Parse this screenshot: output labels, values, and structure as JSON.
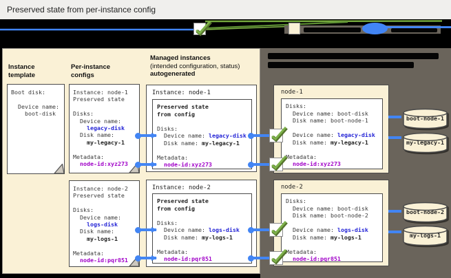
{
  "title": "Preserved state from per-instance config",
  "legend": {
    "icons": [
      "green-checkmark-icon",
      "preserved-config-swatch-icon",
      "persistent-disk-oval-icon"
    ]
  },
  "labels": {
    "boot_disk": "Boot disk:",
    "disks": "Disks:",
    "device_name": "Device name:",
    "disk_name": "Disk name:",
    "metadata": "Metadata:"
  },
  "instance_template": {
    "header": "Instance template",
    "device_value": "boot-disk"
  },
  "per_instance_configs": {
    "header": "Per-instance configs",
    "items": [
      {
        "instance": "Instance: node-1",
        "state": "Preserved state",
        "device": "legacy-disk",
        "disk": "my-legacy-1",
        "metadata": "node-id:xyz273"
      },
      {
        "instance": "Instance: node-2",
        "state": "Preserved state",
        "device": "logs-disk",
        "disk": "my-logs-1",
        "metadata": "node-id:pqr851"
      }
    ]
  },
  "managed_instances": {
    "header": "Managed instances",
    "header_sub": "(intended configuration, status)",
    "header_tag": "autogenerated",
    "state_line1": "Preserved state",
    "state_line2": "from config",
    "items": [
      {
        "instance": "Instance: node-1",
        "device": "legacy-disk",
        "disk": "my-legacy-1",
        "metadata": "node-id:xyz273"
      },
      {
        "instance": "Instance: node-2",
        "device": "logs-disk",
        "disk": "my-logs-1",
        "metadata": "node-id:pqr851"
      }
    ]
  },
  "vm_instances": {
    "items": [
      {
        "title": "node-1",
        "boot_device": "boot-disk",
        "boot_disk": "boot-node-1",
        "device": "legacy-disk",
        "disk": "my-legacy-1",
        "metadata": "node-id:xyz273"
      },
      {
        "title": "node-2",
        "boot_device": "boot-disk",
        "boot_disk": "boot-node-2",
        "device": "logs-disk",
        "disk": "my-logs-1",
        "metadata": "node-id:pqr851"
      }
    ]
  },
  "disks": [
    "boot-node-1",
    "my-legacy-1",
    "boot-node-2",
    "my-logs-1"
  ],
  "colors": {
    "connector_blue": "#4285F4",
    "device_name_blue": "#2525D6",
    "metadata_purple": "#A000C8",
    "check_green": "#7DB14A",
    "panel_cream": "#FAF1D6",
    "panel_gray": "#6A645B"
  }
}
